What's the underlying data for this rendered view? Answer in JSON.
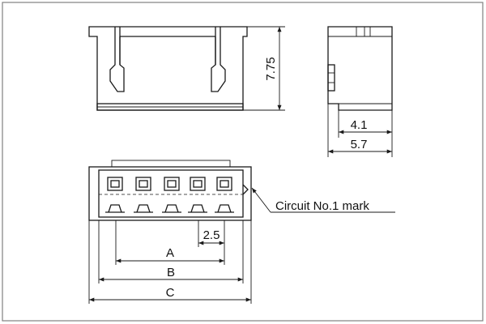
{
  "dimensions": {
    "height": "7.75",
    "depth_inner": "4.1",
    "depth_outer": "5.7",
    "pitch": "2.5",
    "a": "A",
    "b": "B",
    "c": "C"
  },
  "annotations": {
    "circuit_mark": "Circuit No.1 mark"
  },
  "colors": {
    "line": "#1a1a1a",
    "frame": "#808080",
    "background": "#ffffff"
  }
}
